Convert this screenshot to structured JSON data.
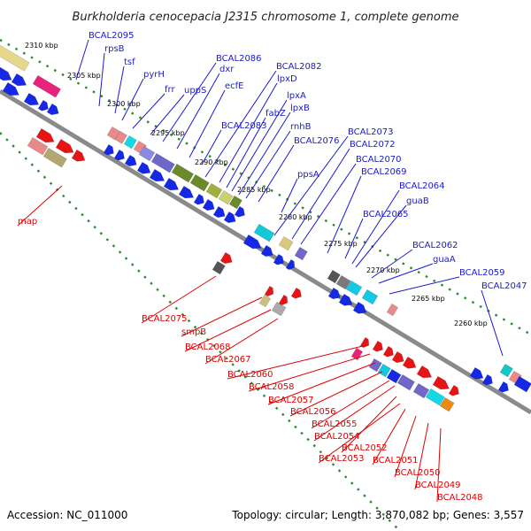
{
  "title": "Burkholderia cenocepacia J2315 chromosome 1, complete genome",
  "footer": {
    "accession": "Accession: NC_011000",
    "topology": "Topology: circular; Length: 3,870,082 bp; Genes: 3,557"
  },
  "colors": {
    "forward_gene": "#1428e6",
    "reverse_gene": "#e61414",
    "label_forward": "#1a1acc",
    "label_reverse": "#dd0000",
    "backbone": "#8a8a8a",
    "tick_track": "#2a8a2a"
  },
  "kbp_markers": [
    {
      "text": "2310 kbp"
    },
    {
      "text": "2305 kbp"
    },
    {
      "text": "2300 kbp"
    },
    {
      "text": "2295 kbp"
    },
    {
      "text": "2290 kbp"
    },
    {
      "text": "2285 kbp"
    },
    {
      "text": "2280 kbp"
    },
    {
      "text": "2275 kbp"
    },
    {
      "text": "2270 kbp"
    },
    {
      "text": "2265 kbp"
    },
    {
      "text": "2260 kbp"
    }
  ],
  "top_labels": [
    {
      "text": "BCAL2095"
    },
    {
      "text": "rpsB"
    },
    {
      "text": "tsf"
    },
    {
      "text": "pyrH"
    },
    {
      "text": "frr"
    },
    {
      "text": "uppS"
    },
    {
      "text": "BCAL2086"
    },
    {
      "text": "dxr"
    },
    {
      "text": "ecfE"
    },
    {
      "text": "BCAL2083"
    },
    {
      "text": "BCAL2082"
    },
    {
      "text": "lpxD"
    },
    {
      "text": "fabZ"
    },
    {
      "text": "lpxA"
    },
    {
      "text": "lpxB"
    },
    {
      "text": "rnhB"
    },
    {
      "text": "BCAL2076"
    },
    {
      "text": "ppsA"
    },
    {
      "text": "BCAL2073"
    },
    {
      "text": "BCAL2072"
    },
    {
      "text": "BCAL2070"
    },
    {
      "text": "BCAL2069"
    },
    {
      "text": "BCAL2065"
    },
    {
      "text": "BCAL2064"
    },
    {
      "text": "guaB"
    },
    {
      "text": "BCAL2062"
    },
    {
      "text": "guaA"
    },
    {
      "text": "BCAL2059"
    },
    {
      "text": "BCAL2047"
    }
  ],
  "bottom_labels": [
    {
      "text": "map"
    },
    {
      "text": "BCAL2075"
    },
    {
      "text": "smpB"
    },
    {
      "text": "BCAL2068"
    },
    {
      "text": "BCAL2067"
    },
    {
      "text": "BCAL2060"
    },
    {
      "text": "BCAL2058"
    },
    {
      "text": "BCAL2057"
    },
    {
      "text": "BCAL2056"
    },
    {
      "text": "BCAL2055"
    },
    {
      "text": "BCAL2054"
    },
    {
      "text": "BCAL2052"
    },
    {
      "text": "BCAL2053"
    },
    {
      "text": "BCAL2051"
    },
    {
      "text": "BCAL2050"
    },
    {
      "text": "BCAL2049"
    },
    {
      "text": "BCAL2048"
    }
  ]
}
